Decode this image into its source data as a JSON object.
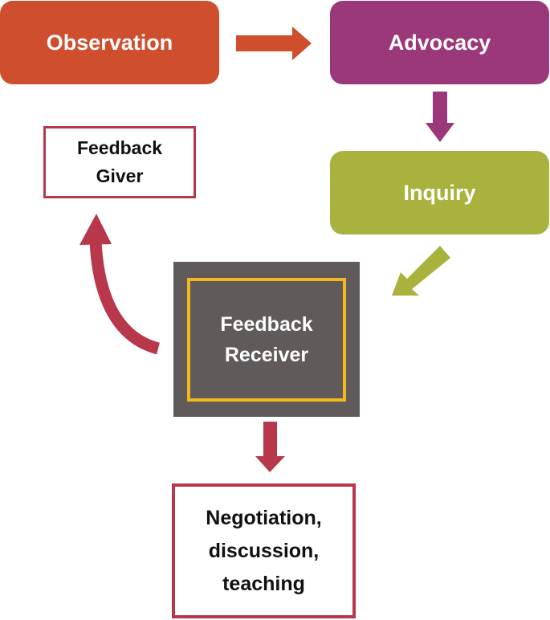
{
  "nodes": {
    "observation": {
      "label": "Observation"
    },
    "advocacy": {
      "label": "Advocacy"
    },
    "inquiry": {
      "label": "Inquiry"
    },
    "feedback_giver": {
      "lines": [
        "Feedback",
        "Giver"
      ]
    },
    "feedback_receiver": {
      "lines": [
        "Feedback",
        "Receiver"
      ]
    },
    "negotiation": {
      "lines": [
        "Negotiation,",
        "discussion,",
        "teaching"
      ]
    }
  },
  "colors": {
    "observation": "#ce4e2d",
    "advocacy": "#9a387a",
    "inquiry": "#a8b23c",
    "receiver_box": "#615a5a",
    "receiver_border": "#f2b81e",
    "accent_red": "#b8374b"
  },
  "edges": [
    {
      "from": "Observation",
      "to": "Advocacy"
    },
    {
      "from": "Advocacy",
      "to": "Inquiry"
    },
    {
      "from": "Inquiry",
      "to": "Feedback Receiver"
    },
    {
      "from": "Feedback Receiver",
      "to": "Feedback Giver"
    },
    {
      "from": "Feedback Receiver",
      "to": "Negotiation, discussion, teaching"
    }
  ]
}
